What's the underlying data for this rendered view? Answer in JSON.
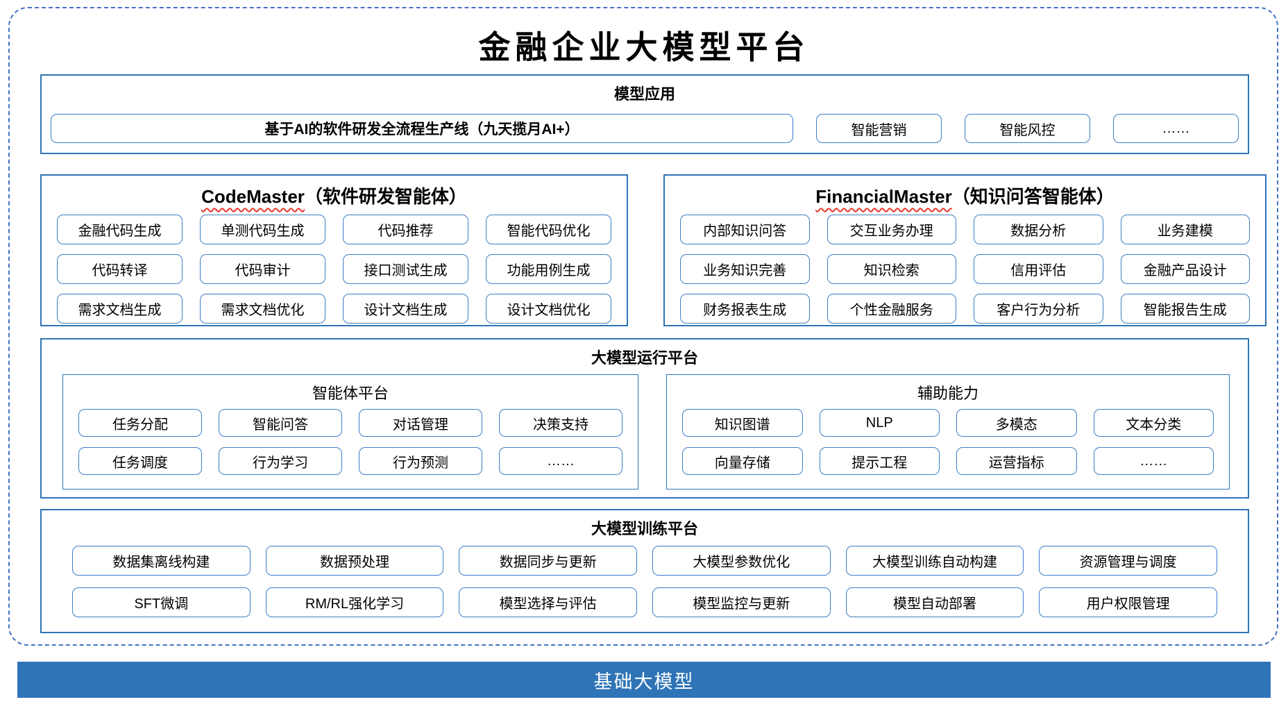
{
  "title": "金融企业大模型平台",
  "colors": {
    "section_border": "#2E74B5",
    "item_border": "#3D7DC6",
    "dashed_border": "#4472C4",
    "bar_bg": "#2E74B6",
    "bar_text": "#FFFFFF",
    "wavy_underline": "#E8392E",
    "text": "#000000"
  },
  "sections": {
    "model_app": {
      "header": "模型应用",
      "main_item": "基于AI的软件研发全流程生产线（九天揽月AI+）",
      "items": [
        "智能营销",
        "智能风控",
        "……"
      ]
    },
    "code_master": {
      "title_en": "CodeMaster",
      "title_zh": "（软件研发智能体）",
      "items": [
        "金融代码生成",
        "单测代码生成",
        "代码推荐",
        "智能代码优化",
        "代码转译",
        "代码审计",
        "接口测试生成",
        "功能用例生成",
        "需求文档生成",
        "需求文档优化",
        "设计文档生成",
        "设计文档优化"
      ]
    },
    "financial_master": {
      "title_en": "FinancialMaster",
      "title_zh": "（知识问答智能体）",
      "items": [
        "内部知识问答",
        "交互业务办理",
        "数据分析",
        "业务建模",
        "业务知识完善",
        "知识检索",
        "信用评估",
        "金融产品设计",
        "财务报表生成",
        "个性金融服务",
        "客户行为分析",
        "智能报告生成"
      ]
    },
    "runtime": {
      "header": "大模型运行平台",
      "agent_platform": {
        "header": "智能体平台",
        "items": [
          "任务分配",
          "智能问答",
          "对话管理",
          "决策支持",
          "任务调度",
          "行为学习",
          "行为预测",
          "……"
        ]
      },
      "aux": {
        "header": "辅助能力",
        "items": [
          "知识图谱",
          "NLP",
          "多模态",
          "文本分类",
          "向量存储",
          "提示工程",
          "运营指标",
          "……"
        ]
      }
    },
    "training": {
      "header": "大模型训练平台",
      "items": [
        "数据集离线构建",
        "数据预处理",
        "数据同步与更新",
        "大模型参数优化",
        "大模型训练自动构建",
        "资源管理与调度",
        "SFT微调",
        "RM/RL强化学习",
        "模型选择与评估",
        "模型监控与更新",
        "模型自动部署",
        "用户权限管理"
      ]
    },
    "base_model": {
      "label": "基础大模型"
    }
  }
}
